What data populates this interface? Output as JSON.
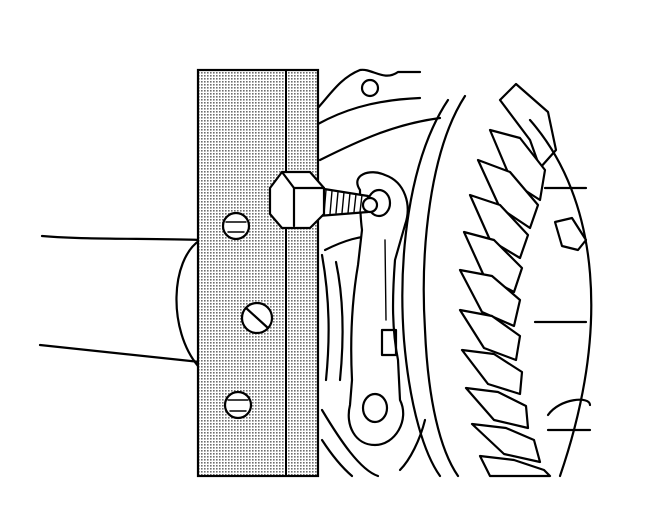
{
  "figure": {
    "colors": {
      "line": "#000000",
      "background": "#ffffff",
      "stipple": "#6e6e6e"
    },
    "parts": [
      "axle-tube",
      "differential-housing",
      "tool-plate",
      "hex-bolt",
      "bearing-cap",
      "ring-gear",
      "pinion"
    ]
  }
}
